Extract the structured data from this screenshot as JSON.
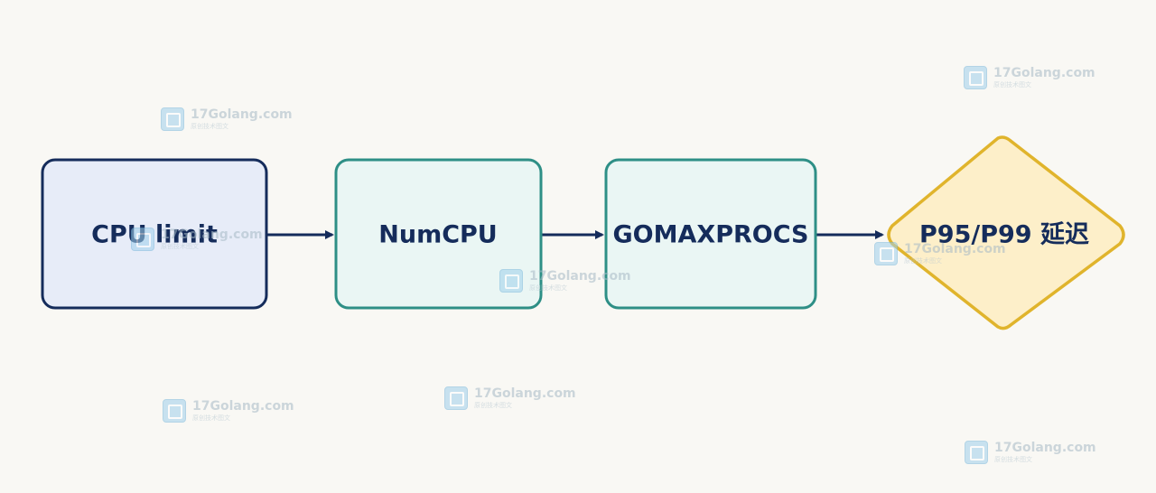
{
  "diagram": {
    "nodes": [
      {
        "id": "cpu-limit",
        "label": "CPU limit",
        "shape": "rounded-rect"
      },
      {
        "id": "numcpu",
        "label": "NumCPU",
        "shape": "rounded-rect"
      },
      {
        "id": "gomaxprocs",
        "label": "GOMAXPROCS",
        "shape": "rounded-rect"
      },
      {
        "id": "latency",
        "label": "P95/P99 延迟",
        "shape": "diamond"
      }
    ],
    "edges": [
      {
        "from": "cpu-limit",
        "to": "numcpu"
      },
      {
        "from": "numcpu",
        "to": "gomaxprocs"
      },
      {
        "from": "gomaxprocs",
        "to": "latency"
      }
    ]
  },
  "watermark": {
    "title": "17Golang.com",
    "subtitle": "原创技术图文"
  },
  "colors": {
    "background": "#f9f8f4",
    "navy": "#152c5b",
    "teal": "#2e8f86",
    "teal_fill": "#eaf6f4",
    "blue_fill": "#e7ecf8",
    "gold": "#e0b42c",
    "gold_fill": "#fdefc9"
  }
}
